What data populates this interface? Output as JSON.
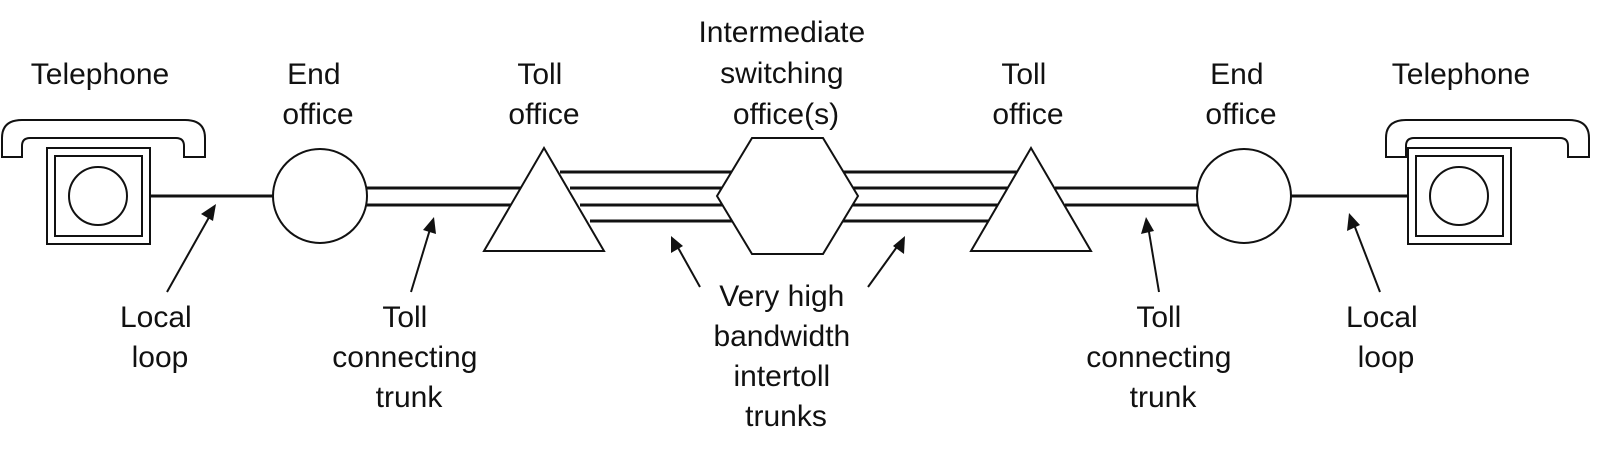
{
  "nodes": {
    "telephone_left": [
      "Telephone"
    ],
    "end_office_left": [
      "End",
      "office"
    ],
    "toll_office_left": [
      "Toll",
      "office"
    ],
    "intermediate": [
      "Intermediate",
      "switching",
      "office(s)"
    ],
    "toll_office_right": [
      "Toll",
      "office"
    ],
    "end_office_right": [
      "End",
      "office"
    ],
    "telephone_right": [
      "Telephone"
    ]
  },
  "links": {
    "local_loop_left": [
      "Local",
      "loop"
    ],
    "toll_trunk_left": [
      "Toll",
      "connecting",
      "trunk"
    ],
    "intertoll": [
      "Very high",
      "bandwidth",
      "intertoll",
      "trunks"
    ],
    "toll_trunk_right": [
      "Toll",
      "connecting",
      "trunk"
    ],
    "local_loop_right": [
      "Local",
      "loop"
    ]
  }
}
